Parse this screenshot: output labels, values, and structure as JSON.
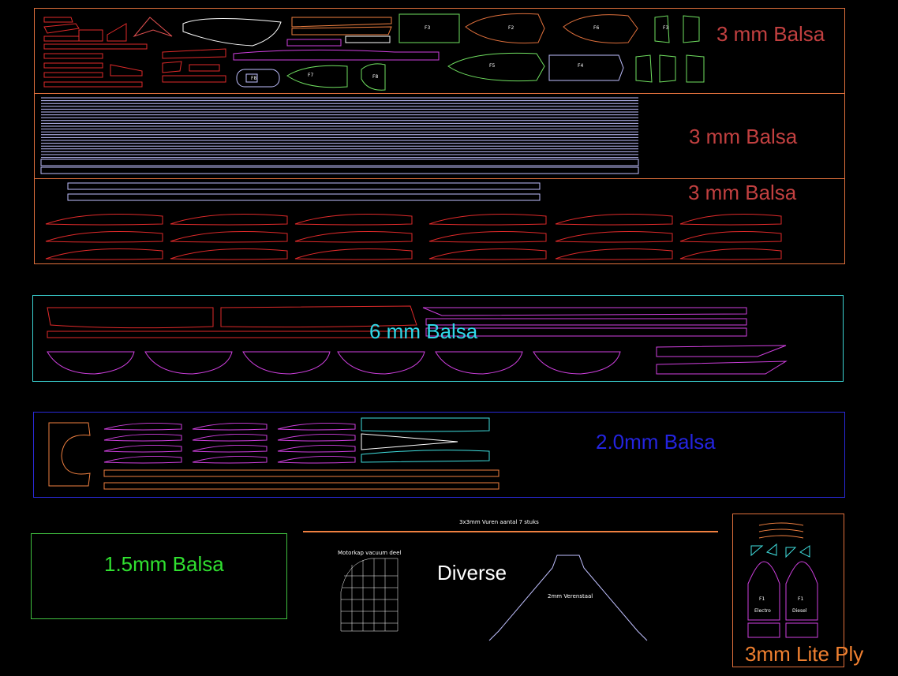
{
  "colors": {
    "background": "#000000",
    "sheet_orange": "#e0703c",
    "sheet_cyan": "#3ad0d0",
    "sheet_blue": "#2a2ad8",
    "sheet_green": "#40c040",
    "red_part": "#e02a2a",
    "magenta_part": "#d040e0",
    "green_part": "#70e060",
    "lavender_part": "#c0c0ff",
    "white_part": "#ffffff",
    "orange_part": "#f08040",
    "cyan_part": "#40e0e0"
  },
  "sheets": [
    {
      "label": "3 mm Balsa",
      "color": "#c24040"
    },
    {
      "label": "3 mm Balsa",
      "color": "#c24040"
    },
    {
      "label": "3 mm Balsa",
      "color": "#c24040"
    },
    {
      "label": "6 mm Balsa",
      "color": "#30d8e8"
    },
    {
      "label": "2.0mm Balsa",
      "color": "#2424e0"
    },
    {
      "label": "1.5mm Balsa",
      "color": "#30e030"
    },
    {
      "label": "Diverse",
      "color": "#ffffff"
    },
    {
      "label": "3mm Lite Ply",
      "color": "#f08030"
    }
  ],
  "annotations": {
    "spruce": "3x3mm Vuren   aantal 7 stuks",
    "cowl": "Motorkap vacuum deel",
    "wire": "2mm Verenstaal",
    "f1": "F1",
    "electro": "Electro",
    "diesel": "Diesel"
  },
  "formers": [
    "F3",
    "F2",
    "F6",
    "F3",
    "F5",
    "F4",
    "F8",
    "F7",
    "F8"
  ]
}
